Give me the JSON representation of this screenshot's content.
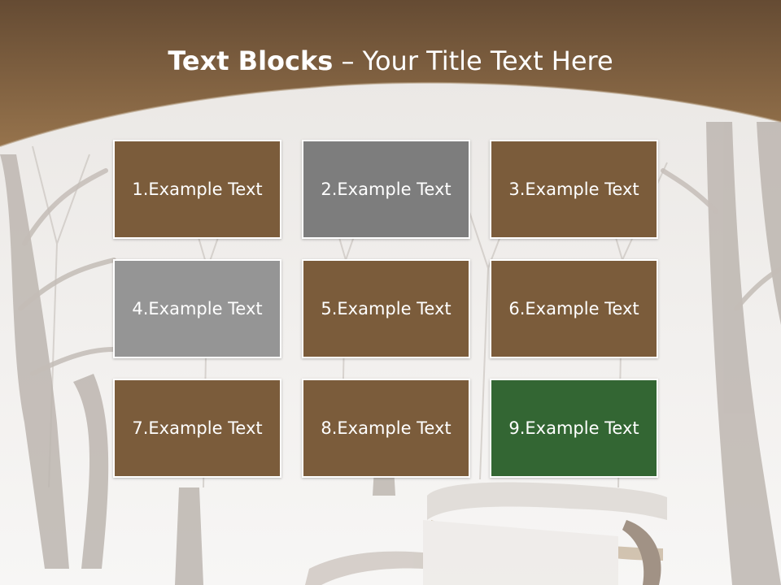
{
  "slide": {
    "title_bold": "Text Blocks",
    "title_sep": " – ",
    "title_rest": "Your Title Text Here",
    "colors": {
      "header_top": "#6b5138",
      "header_bottom": "#93704a",
      "brown": "#7b5c3b",
      "gray_dark": "#7d7d7d",
      "gray_light": "#959595",
      "green": "#336633"
    },
    "blocks": [
      {
        "label": "1.Example Text",
        "color": "#7b5c3b"
      },
      {
        "label": "2.Example Text",
        "color": "#7d7d7d"
      },
      {
        "label": "3.Example Text",
        "color": "#7b5c3b"
      },
      {
        "label": "4.Example Text",
        "color": "#959595"
      },
      {
        "label": "5.Example Text",
        "color": "#7b5c3b"
      },
      {
        "label": "6.Example Text",
        "color": "#7b5c3b"
      },
      {
        "label": "7.Example Text",
        "color": "#7b5c3b"
      },
      {
        "label": "8.Example Text",
        "color": "#7b5c3b"
      },
      {
        "label": "9.Example Text",
        "color": "#336633"
      }
    ]
  }
}
